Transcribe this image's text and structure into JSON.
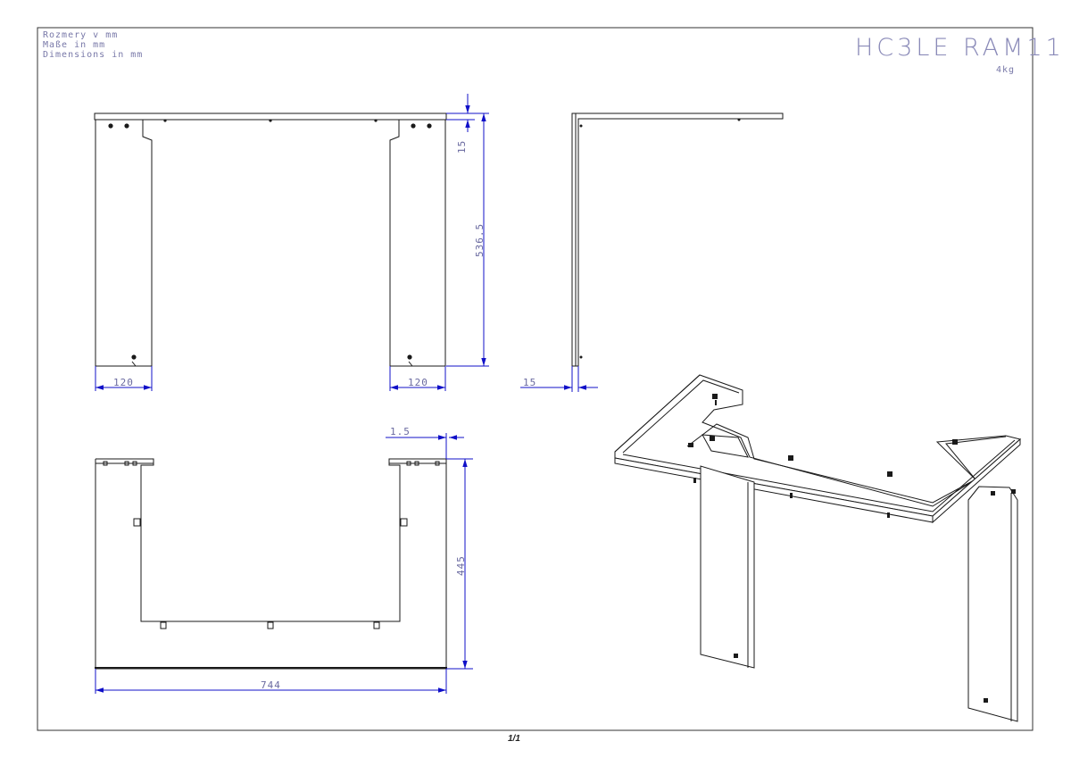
{
  "notes": {
    "line1": "Rozmery v mm",
    "line2": "Maße in mm",
    "line3": "Dimensions in mm"
  },
  "title": "HC3LE RAM11",
  "weight": "4kg",
  "page_number": "1/1",
  "dimensions": {
    "top_thickness": "15",
    "leg_height": "536.5",
    "leg_width_left": "120",
    "leg_width_right": "120",
    "side_thickness": "15",
    "sheet_thickness": "1.5",
    "depth": "445",
    "width": "744"
  },
  "colors": {
    "line": "#1a1a1a",
    "dimension": "#1010c8",
    "text": "#6a6aa0"
  }
}
